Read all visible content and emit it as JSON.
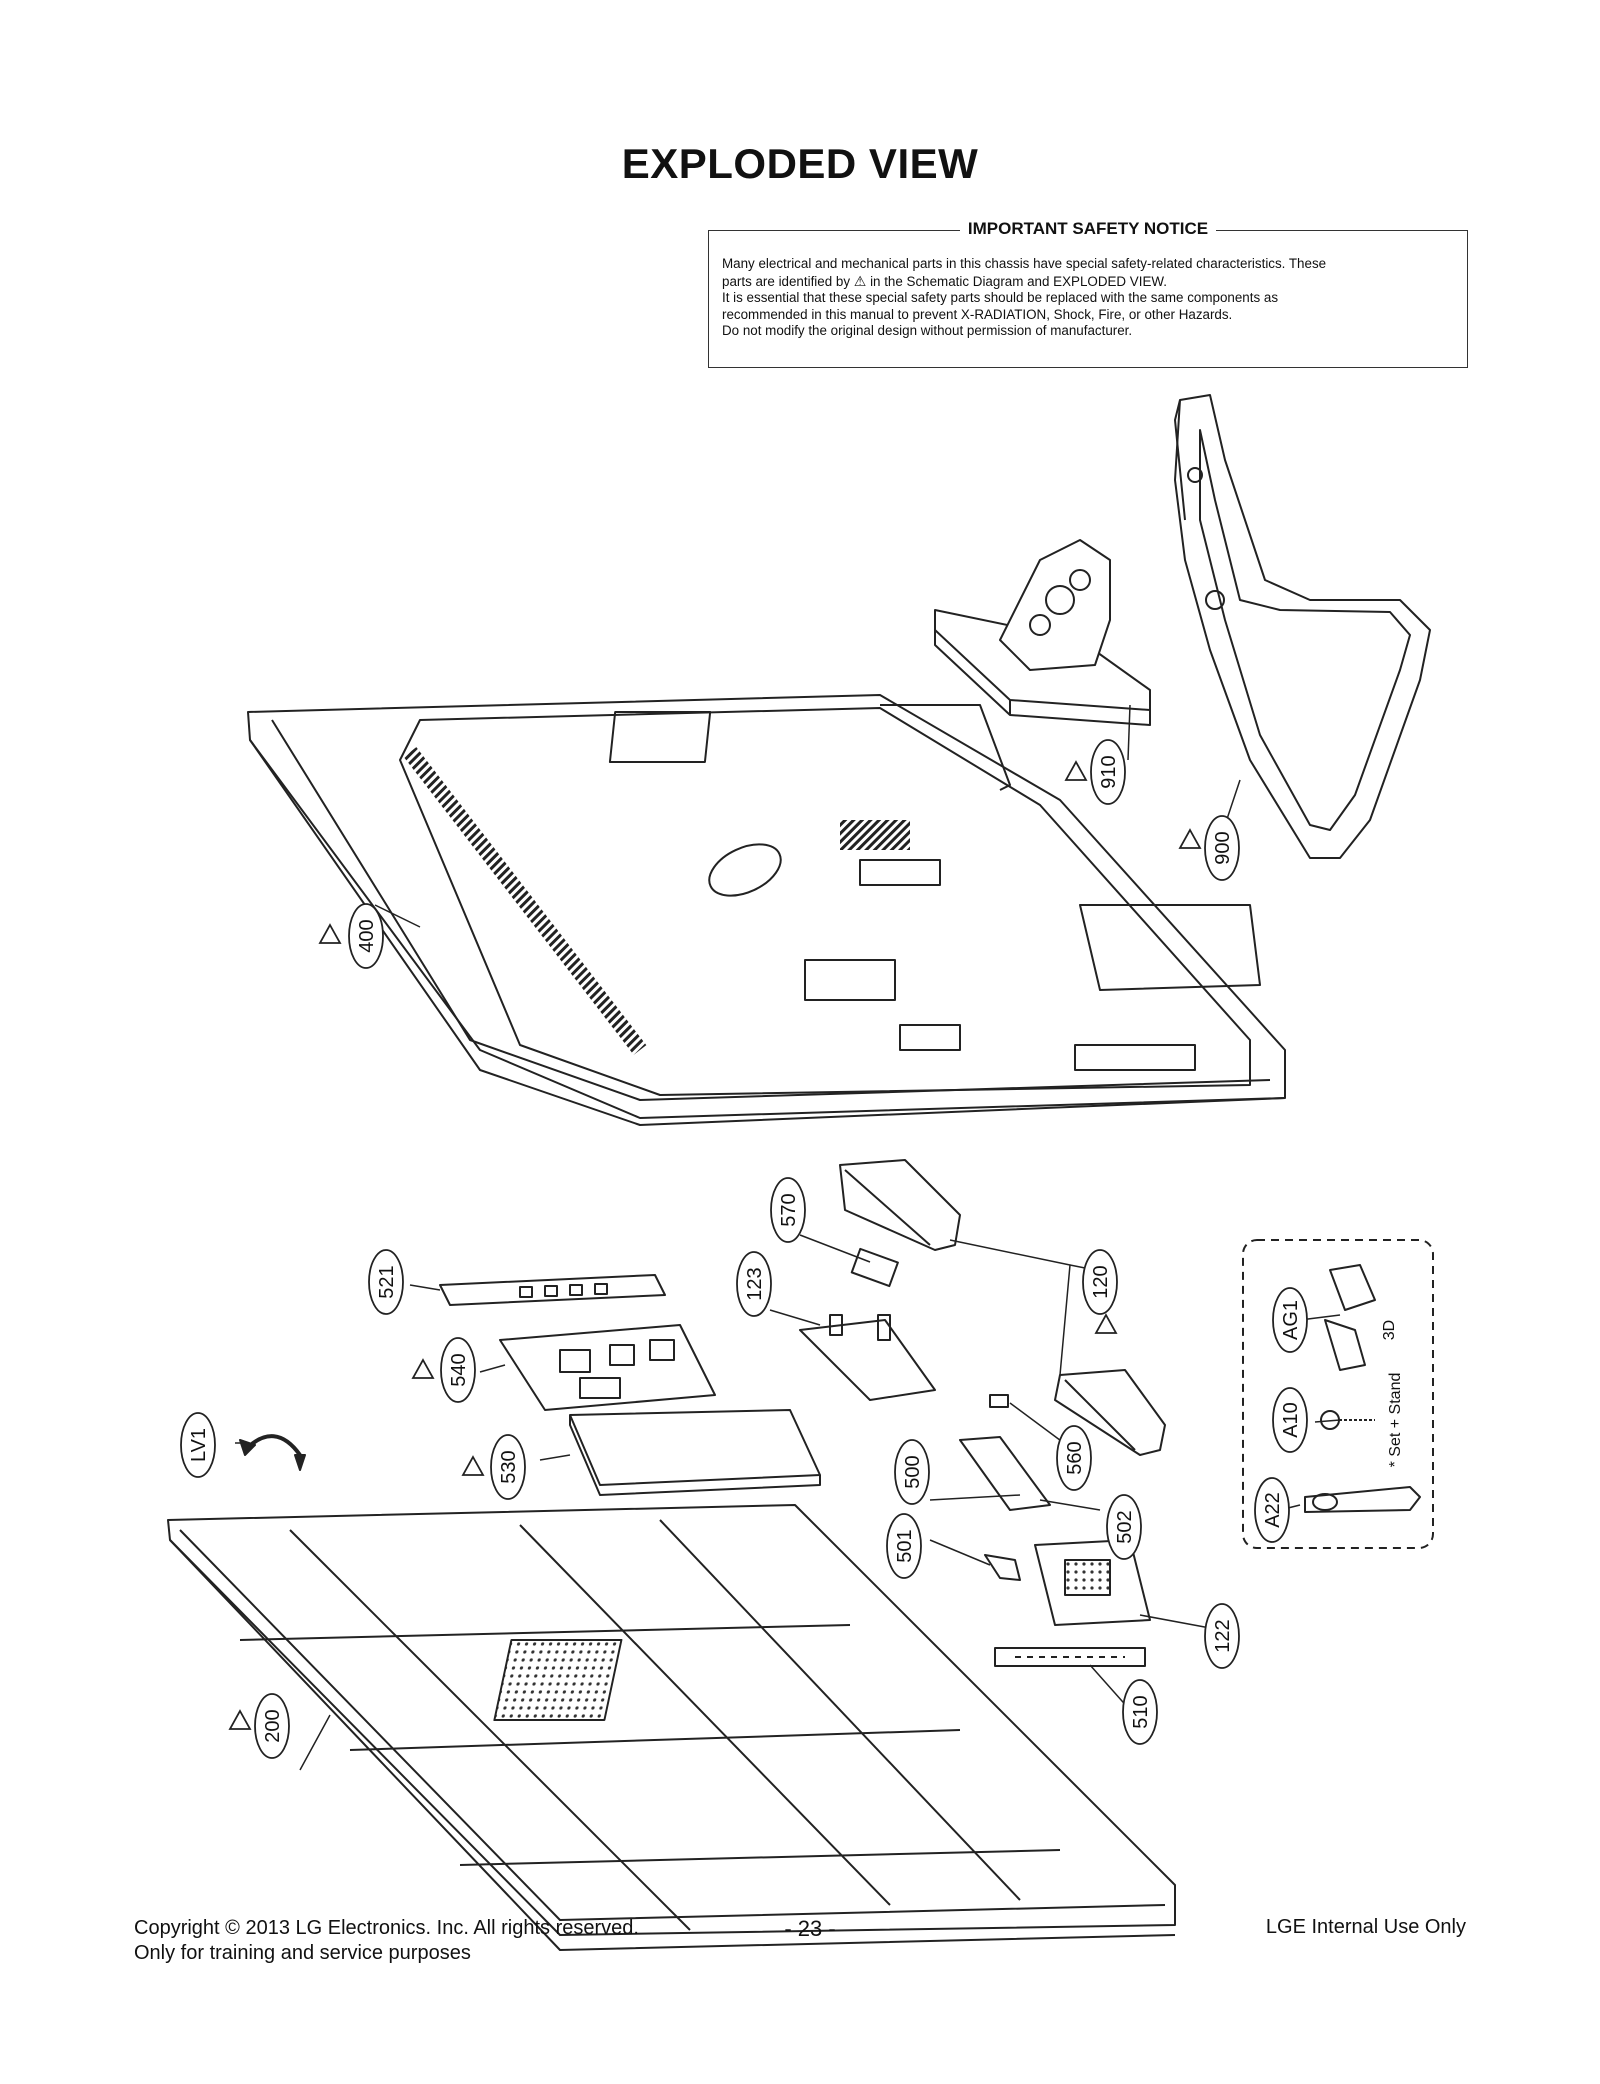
{
  "page": {
    "title": "EXPLODED VIEW",
    "page_number": "- 23 -",
    "copyright_line1": "Copyright  © 2013 LG Electronics. Inc. All rights reserved.",
    "copyright_line2": "Only for training and service purposes",
    "internal_use": "LGE Internal Use Only"
  },
  "notice": {
    "heading": "IMPORTANT SAFETY NOTICE",
    "line1": "Many electrical and mechanical parts in this chassis have special safety-related characteristics. These",
    "line2_a": "parts are identified by",
    "line2_b": "in the Schematic Diagram and EXPLODED VIEW.",
    "line3": "It is essential that these special safety parts should be replaced with the same components as",
    "line4": "recommended in this manual to prevent X-RADIATION, Shock, Fire, or other Hazards.",
    "line5": "Do not modify the original design without permission of manufacturer.",
    "warning_symbol": "⚠"
  },
  "parts": {
    "p910": "910",
    "p900": "900",
    "p400": "400",
    "p570": "570",
    "p521": "521",
    "p123": "123",
    "p120": "120",
    "p540": "540",
    "pLV1": "LV1",
    "p530": "530",
    "p560": "560",
    "p500": "500",
    "p502": "502",
    "p501": "501",
    "p122": "122",
    "p510": "510",
    "p200": "200",
    "pAG1": "AG1",
    "pA10": "A10",
    "pA22": "A22"
  },
  "accessory_box": {
    "note_3d": "3D",
    "note_set_stand": "* Set + Stand"
  },
  "warning_marked_parts": [
    "910",
    "900",
    "400",
    "120",
    "540",
    "530",
    "200"
  ]
}
